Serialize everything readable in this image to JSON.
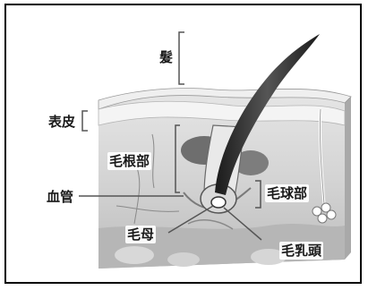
{
  "labels": {
    "hair": "髮",
    "epidermis": "表皮",
    "hair_root": "毛根部",
    "blood_vessel": "血管",
    "hair_bulb": "毛球部",
    "hair_matrix": "毛母",
    "dermal_papilla": "毛乳頭"
  },
  "colors": {
    "frame": "#000000",
    "skin_surface": "#bdbdbd",
    "epidermis": "#dcdcdc",
    "dermis": "#cfcfcf",
    "hair": "#2f2f2f",
    "follicle": "#7a7a7a",
    "leader_line": "#555555"
  }
}
